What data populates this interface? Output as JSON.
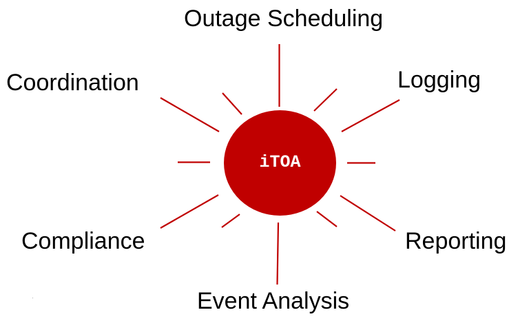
{
  "diagram": {
    "type": "hub-and-spoke",
    "hub": {
      "label": "iTOA",
      "color": "#c00000",
      "text_color": "#ffffff"
    },
    "spoke_color": "#c00000",
    "nodes": [
      {
        "id": "outage-scheduling",
        "label": "Outage Scheduling",
        "position": "top"
      },
      {
        "id": "logging",
        "label": "Logging",
        "position": "top-right"
      },
      {
        "id": "reporting",
        "label": "Reporting",
        "position": "bottom-right"
      },
      {
        "id": "event-analysis",
        "label": "Event Analysis",
        "position": "bottom"
      },
      {
        "id": "compliance",
        "label": "Compliance",
        "position": "bottom-left"
      },
      {
        "id": "coordination",
        "label": "Coordination",
        "position": "top-left"
      }
    ]
  }
}
